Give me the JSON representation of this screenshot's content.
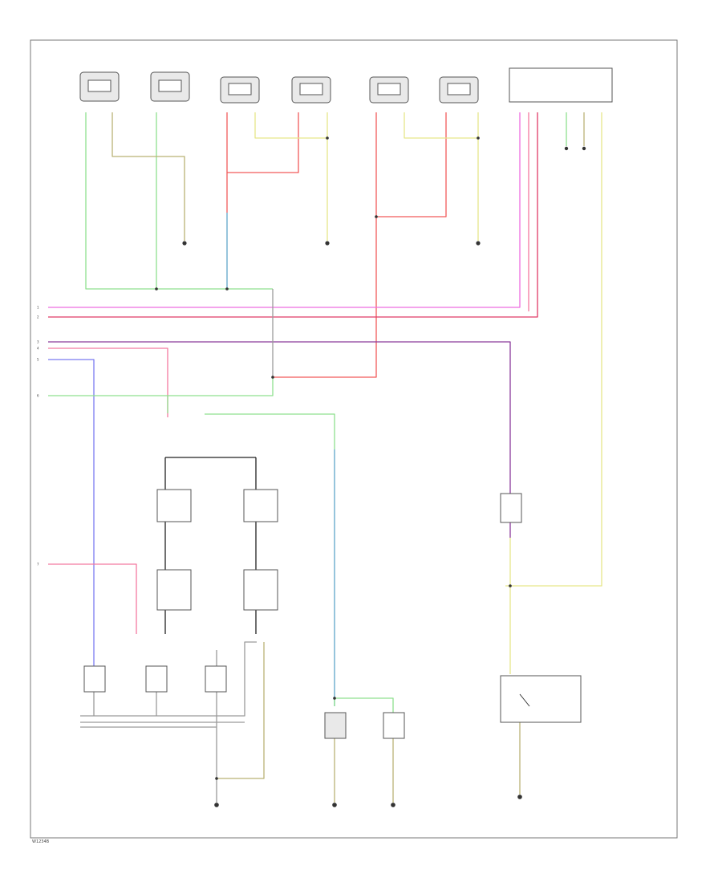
{
  "diagram": {
    "footer_code": "W1234B",
    "side_markers": [
      "1",
      "2",
      "3",
      "4",
      "5",
      "6",
      "7"
    ],
    "wire_colors": {
      "green": "#8fe08f",
      "olive": "#b9b275",
      "red": "#f25a5a",
      "blue": "#5fa6c9",
      "yellow": "#e6e68a",
      "magenta": "#ee6ee0",
      "crimson": "#e03a66",
      "pink": "#f37aa0",
      "purple": "#8a3a9a",
      "lavender": "#7b7bf0",
      "gray": "#9a9a9a",
      "black": "#222222"
    }
  }
}
